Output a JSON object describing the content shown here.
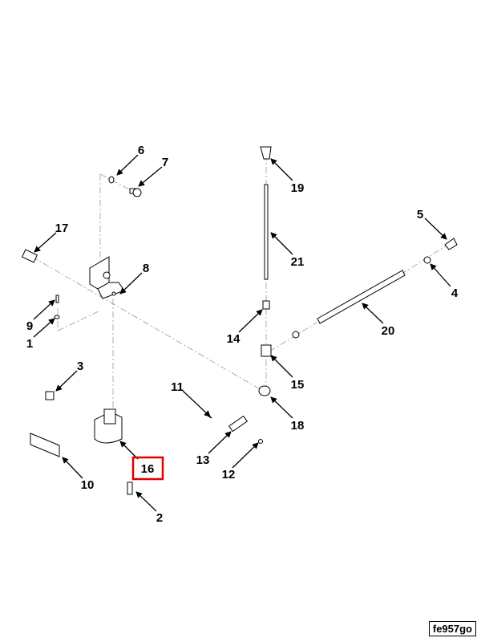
{
  "diagram": {
    "callouts": [
      "1",
      "2",
      "3",
      "4",
      "5",
      "6",
      "7",
      "8",
      "9",
      "10",
      "11",
      "12",
      "13",
      "14",
      "15",
      "16",
      "17",
      "18",
      "19",
      "20",
      "21"
    ],
    "highlighted_callout": "16",
    "highlight_color": "#e00000",
    "figure_id": "fe957go"
  }
}
